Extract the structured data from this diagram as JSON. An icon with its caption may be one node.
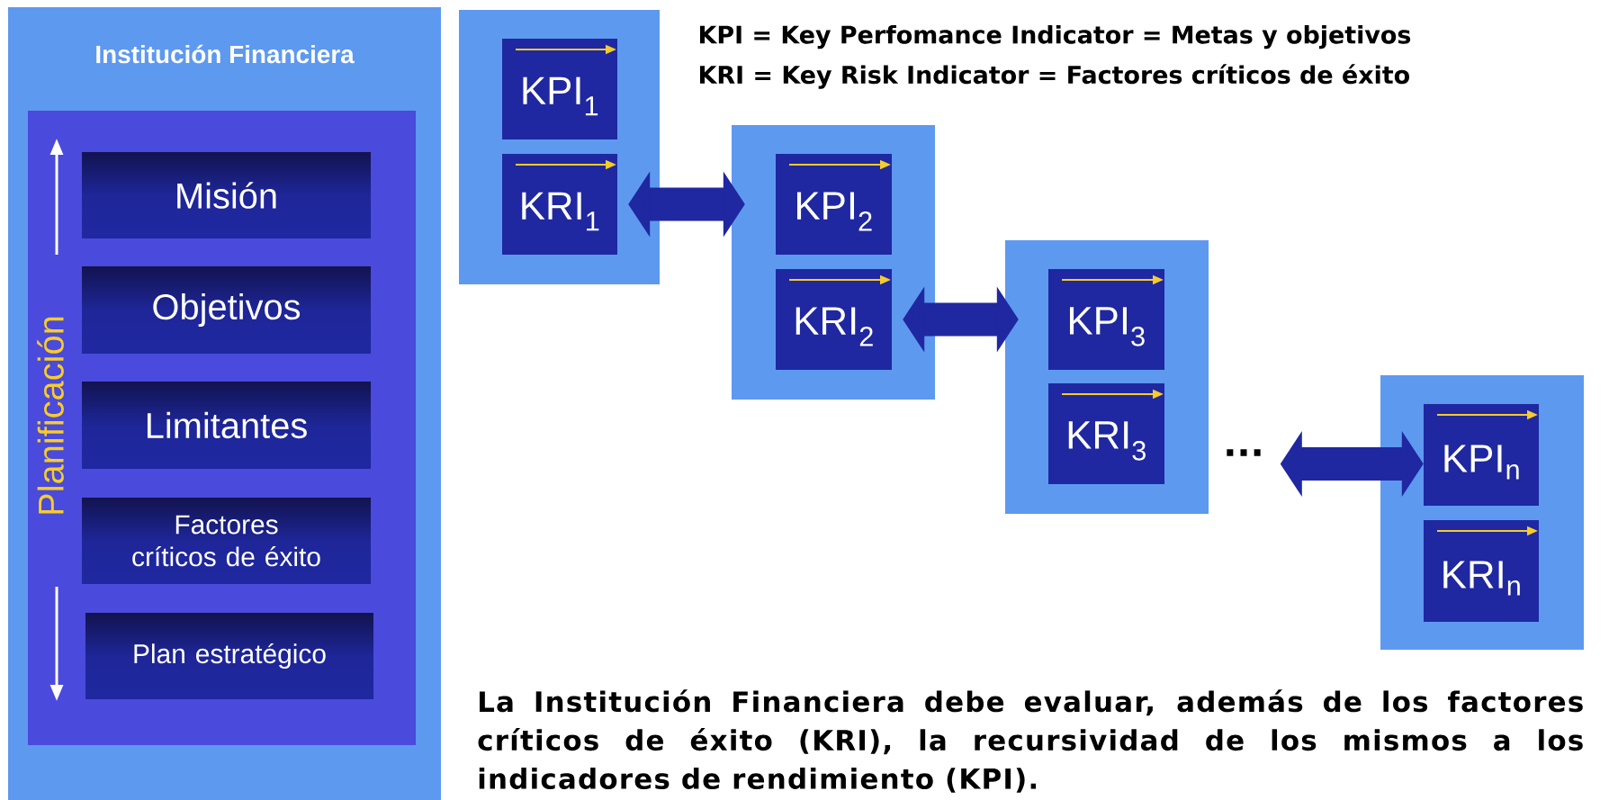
{
  "diagram": {
    "nodes": [
      {
        "text": [
          "Institución Financiera"
        ]
      },
      {
        "text": [
          "Planificación"
        ],
        "in": 0
      },
      {
        "text": [
          "Misión"
        ],
        "in": 1
      },
      {
        "text": [
          "Objetivos"
        ],
        "in": 1
      },
      {
        "text": [
          "Limitantes"
        ],
        "in": 1
      },
      {
        "text": [
          "Factores críticos de éxito"
        ],
        "in": 1
      },
      {
        "text": [
          "Plan estratégico"
        ],
        "in": 1
      },
      {
        "text": [],
        "shape": "box"
      },
      {
        "text": [
          "KPI$_{1}$"
        ],
        "in": 7
      },
      {
        "text": [
          "KRI$_{1}$"
        ],
        "in": 7
      },
      {
        "text": [],
        "shape": "box"
      },
      {
        "text": [
          "KPI$_{2}$"
        ],
        "in": 10
      },
      {
        "text": [
          "KRI$_{2}$"
        ],
        "in": 10
      },
      {
        "text": [],
        "shape": "box"
      },
      {
        "text": [
          "KPI$_{3}$"
        ],
        "in": 13
      },
      {
        "text": [
          "KRI$_{3}$"
        ],
        "in": 13
      },
      {
        "text": [],
        "shape": "box"
      },
      {
        "text": [
          "KPI$_{n}$"
        ],
        "in": 16
      },
      {
        "text": [
          "KRI$_{n}$"
        ],
        "in": 16
      }
    ],
    "edges": [
      {
        "from": 9,
        "to": 11,
        "arrow": "both"
      },
      {
        "from": 12,
        "to": 14,
        "arrow": "both"
      },
      {
        "from": null,
        "to": 17,
        "arrow": "both"
      }
    ],
    "labels": [
      "KPI = Key Perfomance Indicator = Metas y objetivos",
      "KRI = Key Risk Indicator = Factores críticos de éxito",
      "...",
      "La Institución Financiera debe evaluar, además de los factores críticos de éxito (KRI), la recursividad de los mismos a los indicadores de rendimiento (KPI)."
    ]
  }
}
